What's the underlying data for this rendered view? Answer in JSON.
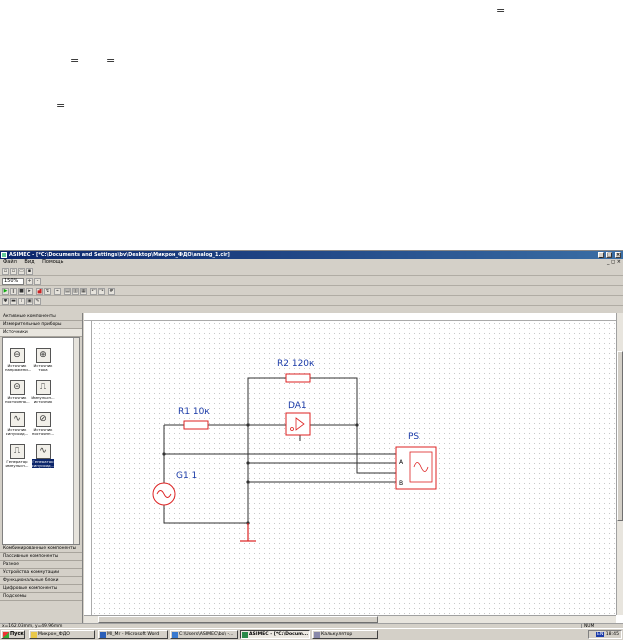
{
  "document": {
    "equals_signs": [
      "=",
      "=",
      "=",
      "="
    ]
  },
  "window": {
    "title": "ASIMEC - [*C:\\Documents and Settings\\bv\\Desktop\\Микрон_ФДО\\analog_1.cir]",
    "controls": {
      "minimize": "_",
      "maximize": "□",
      "close": "×"
    },
    "mdi_controls": "_ ◻ ×"
  },
  "menu": {
    "items": [
      "Файл",
      "Вид",
      "Помощь"
    ]
  },
  "toolbar": {
    "zoom_value": "150%",
    "icons": [
      "new-icon",
      "open-icon",
      "save-icon",
      "play-icon",
      "pause-icon",
      "stop-icon",
      "chart-icon",
      "print-icon",
      "undo-icon",
      "redo-icon",
      "grid-icon"
    ]
  },
  "sidebar": {
    "top_categories": [
      "Активные компоненты",
      "Измерительные приборы",
      "Источники"
    ],
    "palette_items": [
      {
        "label": "Источник напряжени...",
        "icon": "voltage-source-icon",
        "selected": false
      },
      {
        "label": "Источник тока",
        "icon": "current-source-icon",
        "selected": false
      },
      {
        "label": "Источник постоянно...",
        "icon": "dc-source-icon",
        "selected": false
      },
      {
        "label": "Импульсн... источник",
        "icon": "pulse-source-icon",
        "selected": false
      },
      {
        "label": "Источник синусоид...",
        "icon": "sine-source-icon",
        "selected": false
      },
      {
        "label": "Источник постоянн...",
        "icon": "dc-current-source-icon",
        "selected": false
      },
      {
        "label": "Генератор импульсн...",
        "icon": "pulse-generator-icon",
        "selected": false
      },
      {
        "label": "Генератор синусоид...",
        "icon": "sine-generator-icon",
        "selected": true
      }
    ],
    "bottom_categories": [
      "Комбинированные компоненты",
      "Пассивные компоненты",
      "Разное",
      "Устройства коммутации",
      "Функциональные блоки",
      "Цифровые компоненты",
      "Подсхемы"
    ]
  },
  "schematic": {
    "components": {
      "r1": "R1 10к",
      "r2": "R2 120к",
      "da1": "DA1",
      "g1": "G1 1",
      "ps": "PS",
      "ps_channel_a": "A",
      "ps_channel_b": "B"
    }
  },
  "status": {
    "coords": "x=162.03mm, y=49.96mm",
    "num": "NUM"
  },
  "taskbar": {
    "start_label": "Пуск",
    "tasks": [
      {
        "label": "Микрон_ФДО",
        "active": false
      },
      {
        "label": "Ml_Mr - Microsoft Word",
        "active": false
      },
      {
        "label": "C:\\Users\\ASIMEC\\bo\\ -...",
        "active": false
      },
      {
        "label": "ASIMEC - [*C:\\Docum...",
        "active": true
      },
      {
        "label": "Калькулятор",
        "active": false
      }
    ],
    "tray_lang": "EN",
    "clock": "18:45"
  },
  "colors": {
    "title_bar": "#0a246a",
    "component_red": "#dd2222",
    "wire_dark": "#333333"
  }
}
